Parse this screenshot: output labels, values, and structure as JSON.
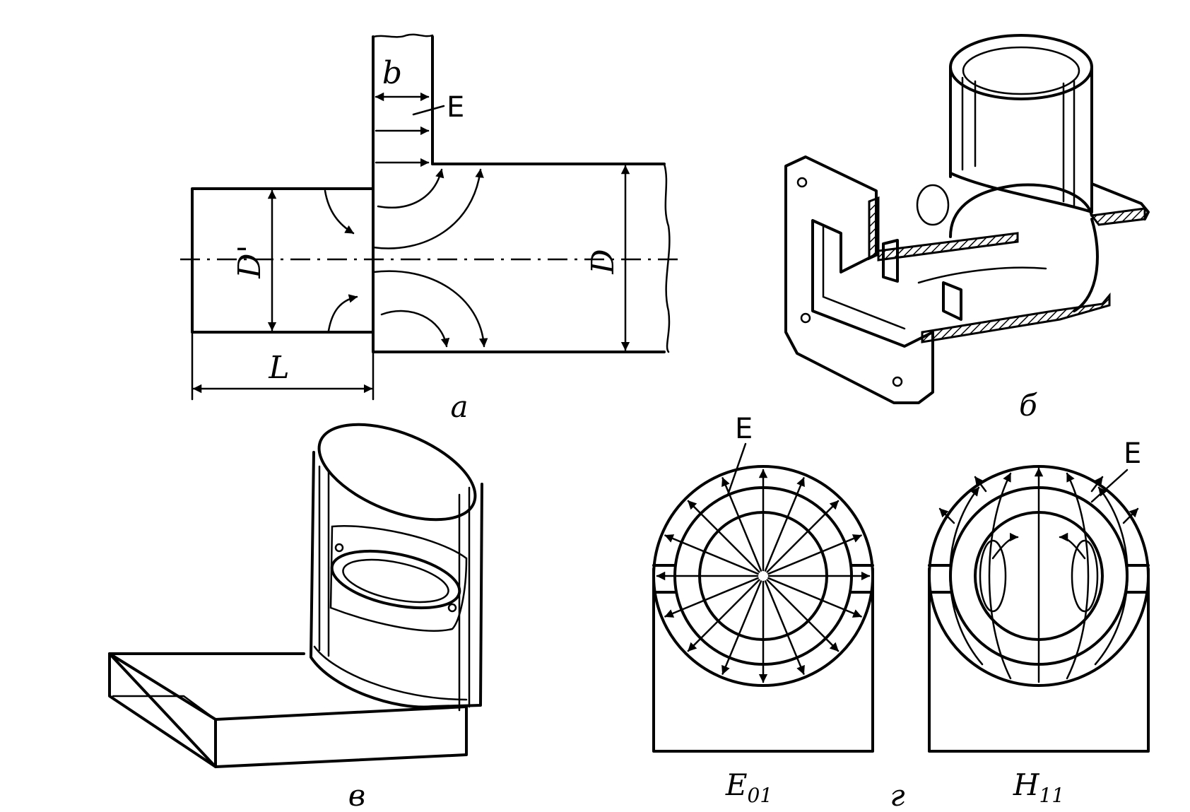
{
  "panels": {
    "a": {
      "caption": "a",
      "labels": {
        "b": "b",
        "E": "E",
        "D_prime": "D'",
        "D": "D",
        "L": "L"
      }
    },
    "b": {
      "caption": "б"
    },
    "v": {
      "caption": "в"
    },
    "g": {
      "caption": "г",
      "left": {
        "E_label": "E",
        "mode_main": "E",
        "mode_sub": "01"
      },
      "right": {
        "E_label": "E",
        "mode_main": "H",
        "mode_sub": "11"
      }
    }
  }
}
